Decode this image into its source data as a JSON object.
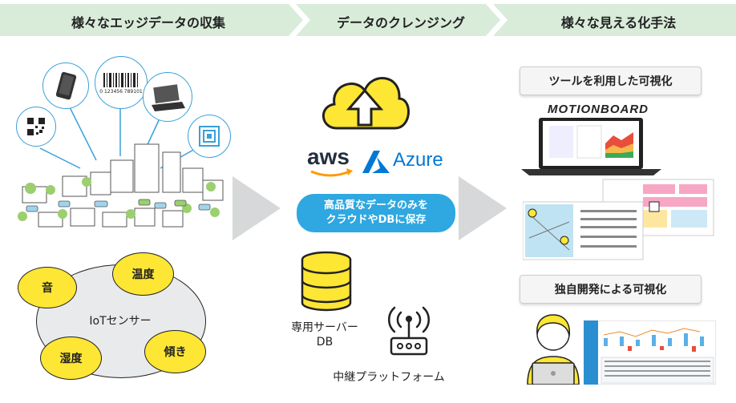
{
  "headers": [
    {
      "text": "様々なエッジデータの収集"
    },
    {
      "text": "データのクレンジング"
    },
    {
      "text": "様々な見える化手法"
    }
  ],
  "edge": {
    "barcode_digits": "0 123456 789101",
    "sensor_center": "IoTセンサー",
    "sensors": [
      "音",
      "温度",
      "湿度",
      "傾き"
    ]
  },
  "cleansing": {
    "aws_label": "aws",
    "azure_label": "Azure",
    "pill_line1": "高品質なデータのみを",
    "pill_line2": "クラウドやDBに保存",
    "db_label_line1": "専用サーバー",
    "db_label_line2": "DB",
    "relay_label": "中継プラットフォーム"
  },
  "visualization": {
    "tool_bubble": "ツールを利用した可視化",
    "motionboard_logo": "MOTIONBOARD",
    "custom_bubble": "独自開発による可視化"
  },
  "colors": {
    "header_bg": "#d9ecda",
    "arrow_gray": "#d7d8d9",
    "cloud_yellow": "#fde634",
    "pill_blue": "#2fa7e0",
    "azure_blue": "#0078d4",
    "aws_orange": "#ff9900"
  }
}
